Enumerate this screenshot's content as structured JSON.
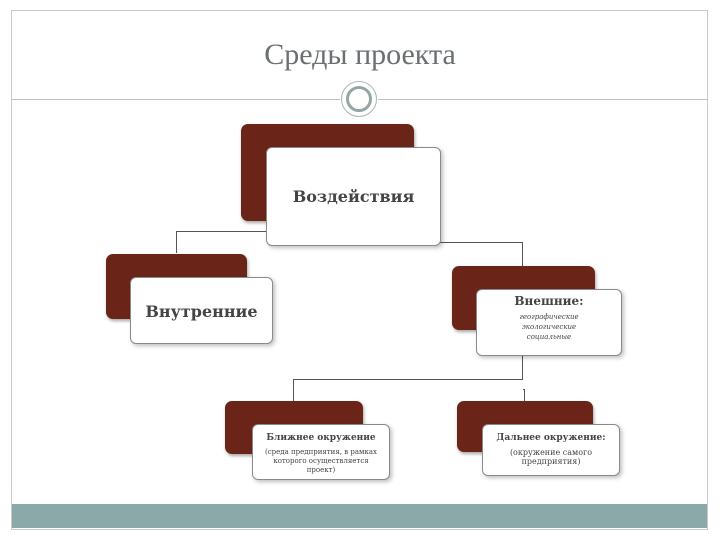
{
  "slide": {
    "title": "Среды проекта"
  },
  "diagram": {
    "root": {
      "label": "Воздействия"
    },
    "internal": {
      "label": "Внутренние"
    },
    "external": {
      "label": "Внешние:",
      "items": [
        "географические",
        "экологические",
        "социальные"
      ]
    },
    "near": {
      "label": "Ближнее окружение",
      "desc_line1": "(среда предприятия, в рамках",
      "desc_line2": "которого осуществляется",
      "desc_line3": "проект)"
    },
    "far": {
      "label": "Дальнее окружение:",
      "desc_line1": "(окружение самого",
      "desc_line2": "предприятия)"
    }
  },
  "colors": {
    "box_back": "#6b2418",
    "footer_bar": "#8aa9a8",
    "title_text": "#6a6f71"
  }
}
